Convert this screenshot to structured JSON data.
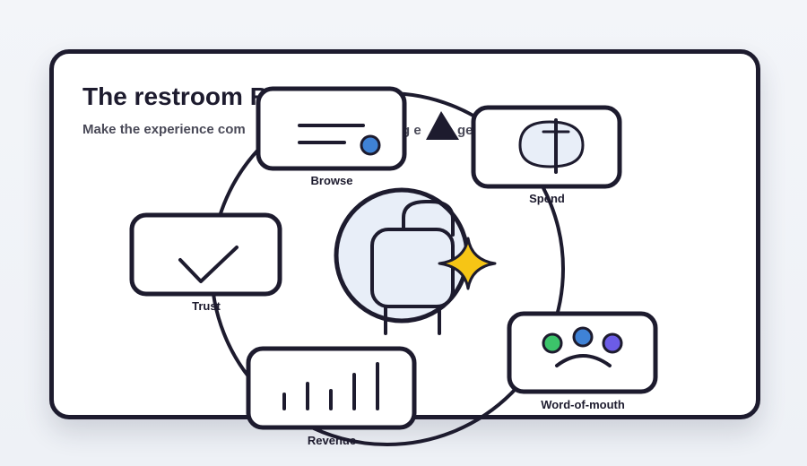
{
  "header": {
    "title": "The restroom R",
    "subtitle": "Make the experience com"
  },
  "subtitle_tail": "g e",
  "subtitle_end": "ge",
  "cycle": {
    "nodes": [
      {
        "id": "browse",
        "label": "Browse",
        "icon": "browse-lines-dot-icon"
      },
      {
        "id": "spend",
        "label": "Spend",
        "icon": "spend-leaf-icon"
      },
      {
        "id": "word-of-mouth",
        "label": "Word-of-mouth",
        "icon": "people-frown-icon"
      },
      {
        "id": "revenue",
        "label": "Revenue",
        "icon": "bar-chart-icon"
      },
      {
        "id": "trust",
        "label": "Trust",
        "icon": "checkmark-icon"
      }
    ],
    "center_icon": "restroom-stall-sparkle-icon"
  },
  "colors": {
    "ink": "#1d1b2e",
    "accent_blue": "#3f82d6",
    "accent_green": "#3cc46a",
    "accent_purple": "#6c5ce7",
    "sparkle_yellow": "#f6c515",
    "pale_blue": "#e8eef8"
  }
}
